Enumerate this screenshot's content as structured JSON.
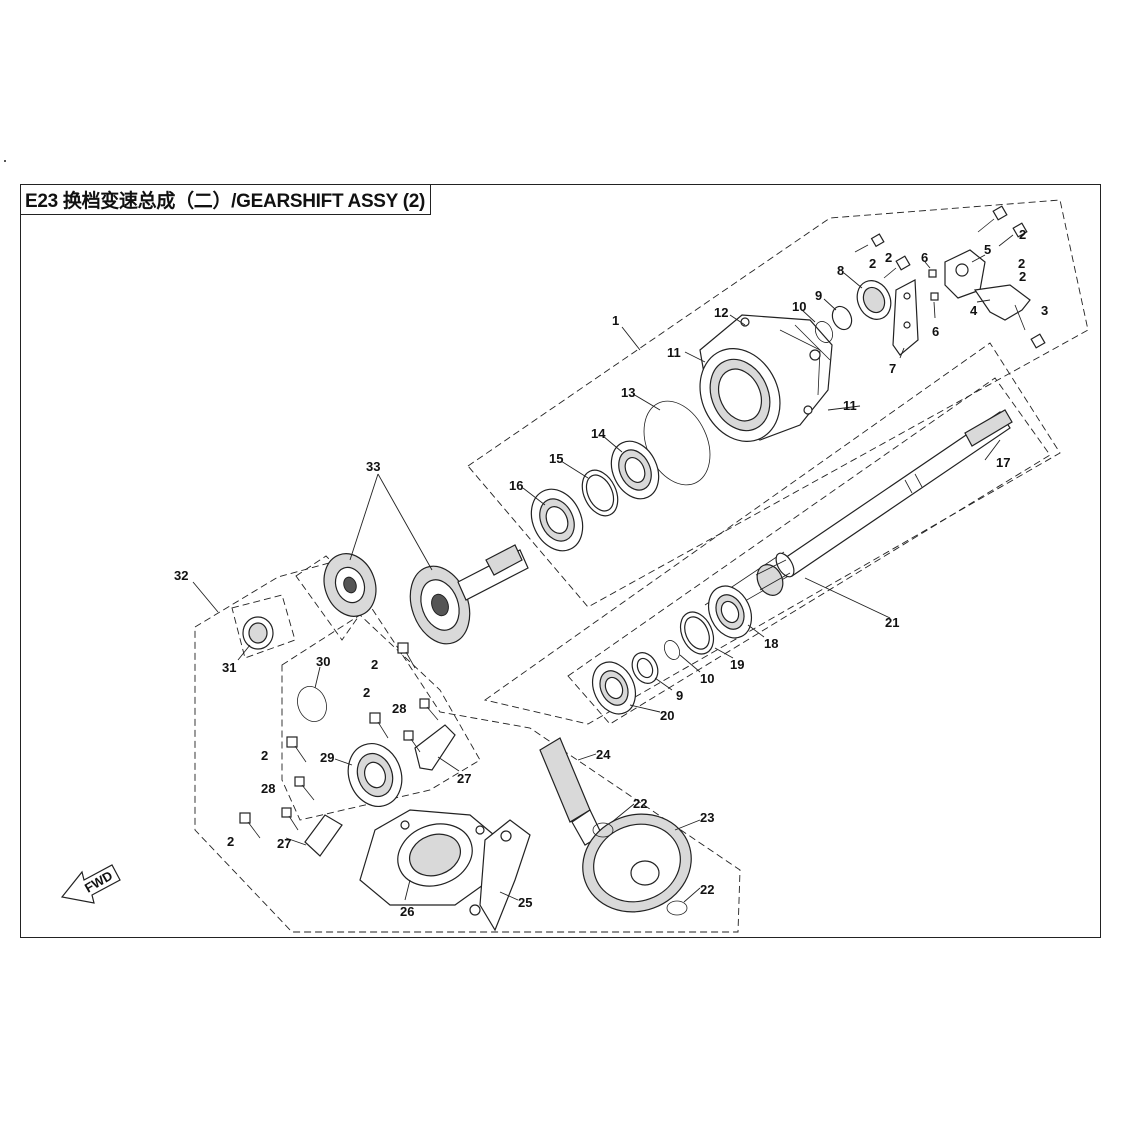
{
  "title": "E23 换档变速总成（二）/GEARSHIFT ASSY (2)",
  "fwd_label": "FWD",
  "callouts": {
    "c1": "1",
    "c2a": "2",
    "c2b": "2",
    "c2c": "2",
    "c2d": "2",
    "c2e": "2",
    "c2f": "2",
    "c2g": "2",
    "c2h": "2",
    "c2i": "2",
    "c3": "3",
    "c4": "4",
    "c5": "5",
    "c6a": "6",
    "c6b": "6",
    "c7": "7",
    "c8": "8",
    "c9a": "9",
    "c9b": "9",
    "c10a": "10",
    "c10b": "10",
    "c11a": "11",
    "c11b": "11",
    "c12": "12",
    "c13": "13",
    "c14": "14",
    "c15": "15",
    "c16": "16",
    "c17": "17",
    "c18": "18",
    "c19": "19",
    "c20": "20",
    "c21": "21",
    "c22a": "22",
    "c22b": "22",
    "c23": "23",
    "c24": "24",
    "c25": "25",
    "c26": "26",
    "c27a": "27",
    "c27b": "27",
    "c28a": "28",
    "c28b": "28",
    "c29": "29",
    "c30": "30",
    "c31": "31",
    "c32": "32",
    "c33": "33"
  }
}
